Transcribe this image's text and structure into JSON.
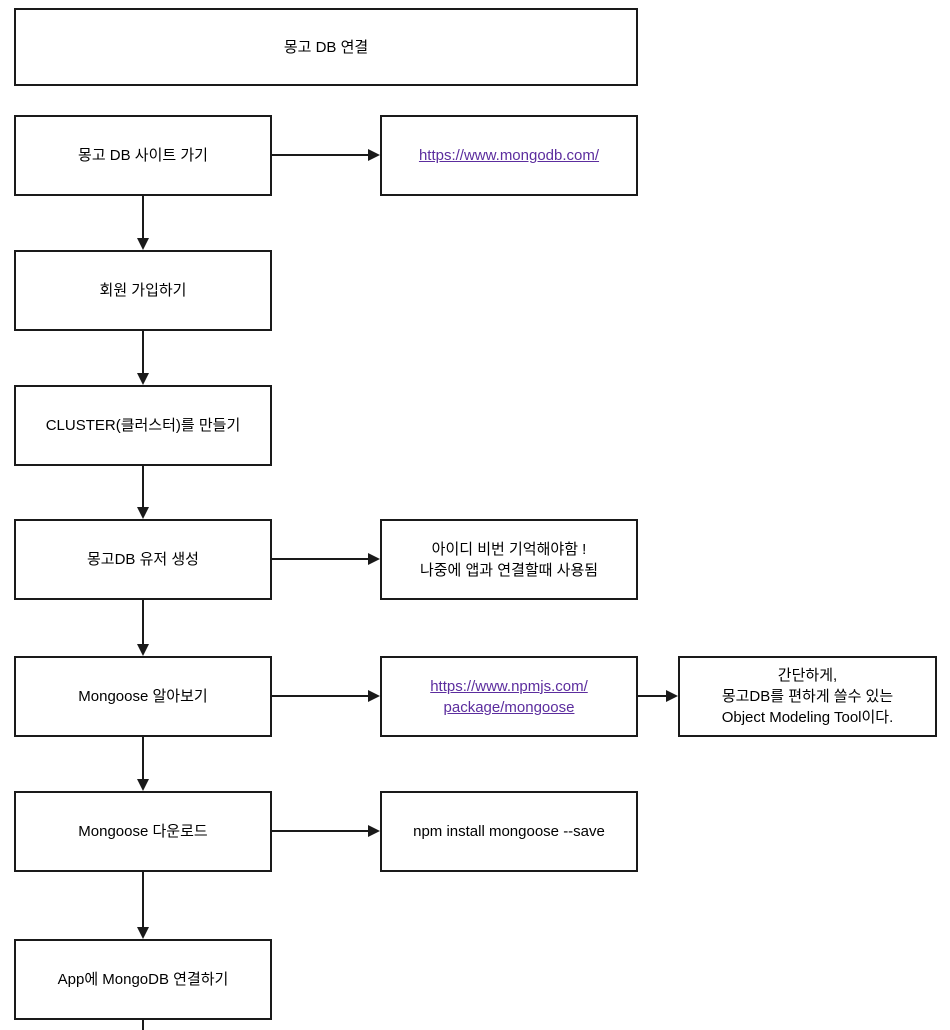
{
  "diagram": {
    "colors": {
      "border": "#1a1a1a",
      "link": "#5c2d9e",
      "background": "#ffffff",
      "text": "#000000"
    },
    "nodes": {
      "title": {
        "label": "몽고 DB 연결"
      },
      "step1": {
        "label": "몽고 DB 사이트 가기"
      },
      "step1_link": {
        "label": "https://www.mongodb.com/",
        "href": "https://www.mongodb.com/"
      },
      "step2": {
        "label": "회원 가입하기"
      },
      "step3": {
        "label": "CLUSTER(클러스터)를 만들기"
      },
      "step4": {
        "label": "몽고DB 유저 생성"
      },
      "step4_note": {
        "label": "아이디 비번 기억해야함 !\n나중에 앱과 연결할때 사용됨"
      },
      "step5": {
        "label": "Mongoose 알아보기"
      },
      "step5_link": {
        "label": "https://www.npmjs.com/\npackage/mongoose",
        "href": "https://www.npmjs.com/package/mongoose"
      },
      "step5_note": {
        "label": "간단하게,\n몽고DB를 편하게 쓸수 있는\nObject Modeling Tool이다."
      },
      "step6": {
        "label": "Mongoose 다운로드"
      },
      "step6_note": {
        "label": "npm install mongoose --save"
      },
      "step7": {
        "label": "App에 MongoDB 연결하기"
      }
    }
  }
}
